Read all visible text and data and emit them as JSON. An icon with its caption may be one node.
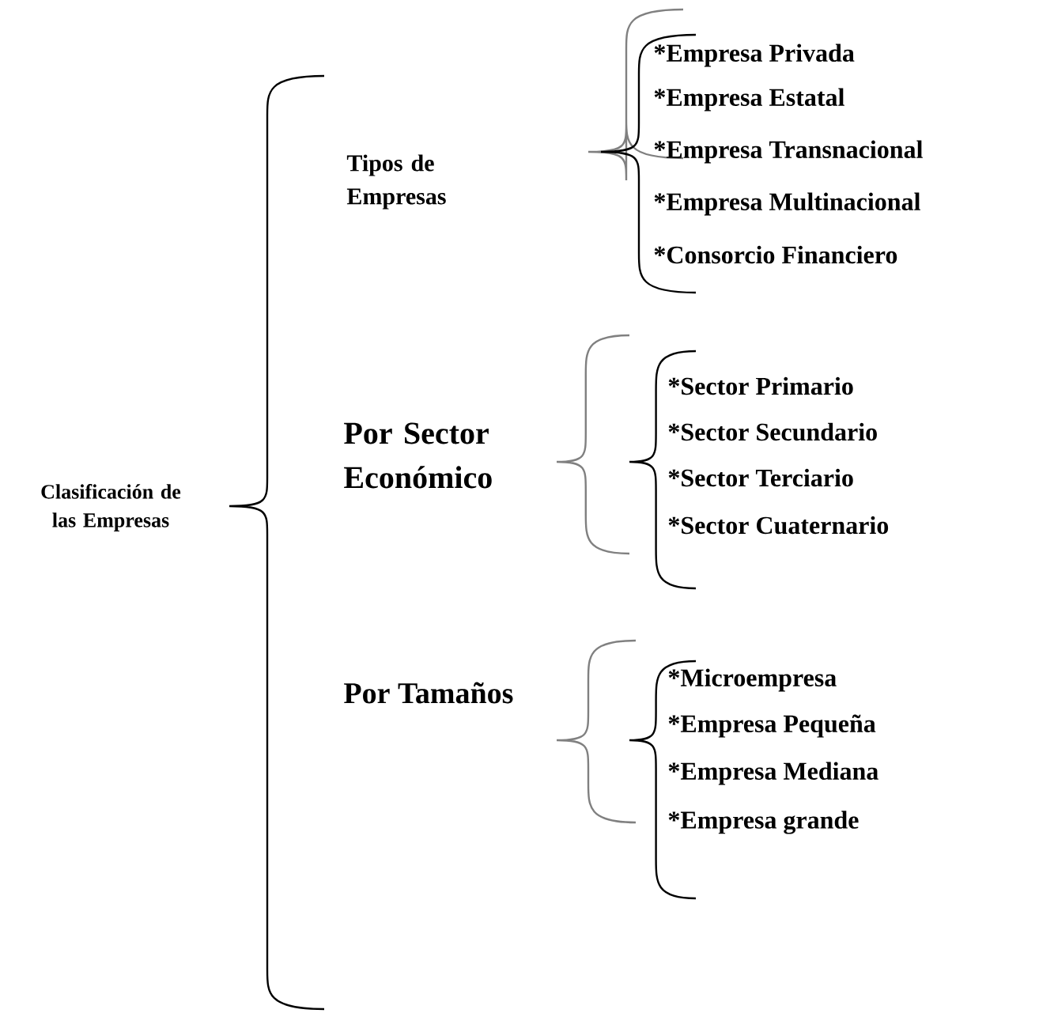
{
  "diagram": {
    "labels": [
      "Clasificación de las Empresas",
      "Tipos de Empresas",
      "*Empresa Privada",
      "*Empresa Estatal",
      "*Empresa Transnacional",
      "*Empresa Multinacional",
      "*Consorcio Financiero",
      "Por Sector Económico",
      "*Sector Primario",
      "*Sector Secundario",
      "*Sector Terciario",
      "*Sector Cuaternario",
      "Por Tamaños",
      "*Microempresa",
      "*Empresa Pequeña",
      "*Empresa Mediana",
      "*Empresa grande"
    ]
  }
}
